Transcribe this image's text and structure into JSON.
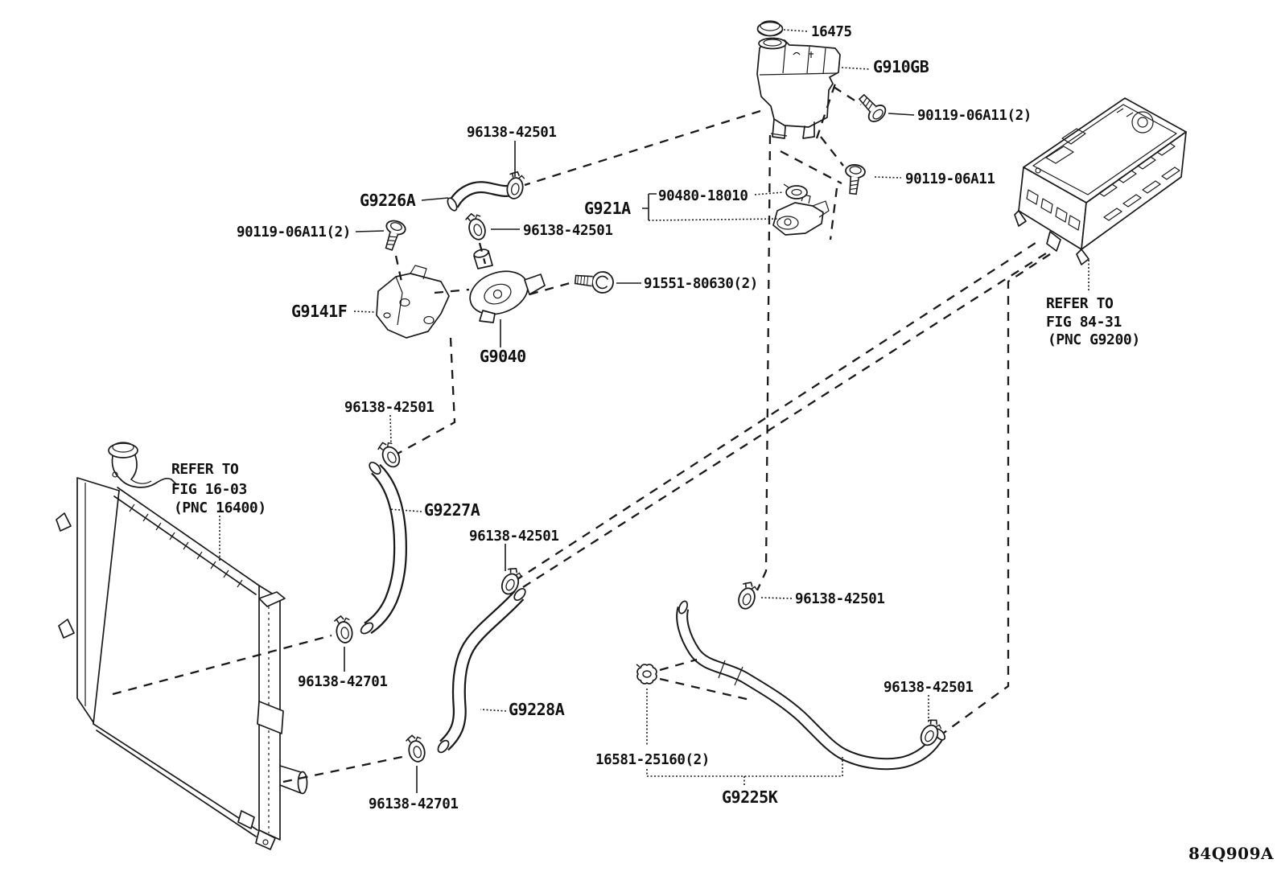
{
  "page": {
    "background": "#ffffff",
    "line_color": "#1a1a1a",
    "text_color": "#111111"
  },
  "diagram_code": "84Q909A",
  "callouts": [
    {
      "id": "radiator-cap",
      "text": "16475"
    },
    {
      "id": "reserve-tank",
      "text": "G910GB"
    },
    {
      "id": "bolt-tank",
      "text": "90119-06A11(2)"
    },
    {
      "id": "bolt-valve",
      "text": "90119-06A11"
    },
    {
      "id": "clamp-g9226a",
      "text": "96138-42501"
    },
    {
      "id": "hose-g9226a",
      "text": "G9226A"
    },
    {
      "id": "grommet",
      "text": "90480-18010"
    },
    {
      "id": "valve-g921a",
      "text": "G921A"
    },
    {
      "id": "bolt-bracket",
      "text": "90119-06A11(2)"
    },
    {
      "id": "clamp-pump",
      "text": "96138-42501"
    },
    {
      "id": "bolt-pump",
      "text": "91551-80630(2)"
    },
    {
      "id": "bracket-g9141f",
      "text": "G9141F"
    },
    {
      "id": "pump-g9040",
      "text": "G9040"
    },
    {
      "id": "clamp-g9227a-top",
      "text": "96138-42501"
    },
    {
      "id": "hose-g9227a",
      "text": "G9227A"
    },
    {
      "id": "clamp-g9228a-top",
      "text": "96138-42501"
    },
    {
      "id": "clamp-radiator-upper",
      "text": "96138-42701"
    },
    {
      "id": "hose-g9228a",
      "text": "G9228A"
    },
    {
      "id": "clamp-radiator-lower",
      "text": "96138-42701"
    },
    {
      "id": "clamp-g9225k-left",
      "text": "96138-42501"
    },
    {
      "id": "clamp-spring",
      "text": "16581-25160(2)"
    },
    {
      "id": "hose-g9225k",
      "text": "G9225K"
    },
    {
      "id": "clamp-g9225k-right",
      "text": "96138-42501"
    }
  ],
  "references": [
    {
      "id": "radiator-ref",
      "lines": [
        "REFER TO",
        "FIG 16-03",
        "(PNC 16400)"
      ]
    },
    {
      "id": "inverter-ref",
      "lines": [
        "REFER TO",
        "FIG 84-31",
        "(PNC G9200)"
      ]
    }
  ]
}
